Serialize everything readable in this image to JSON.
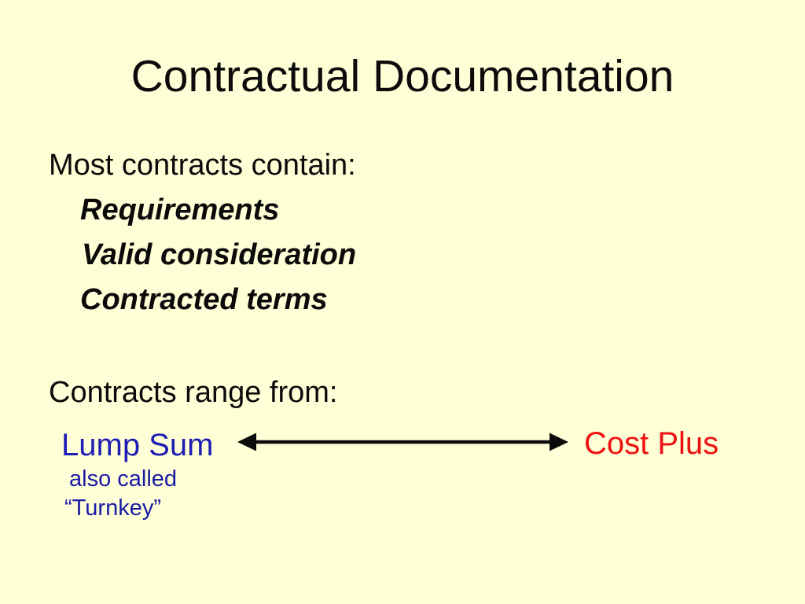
{
  "slide": {
    "title": "Contractual Documentation",
    "body": {
      "intro": "Most contracts contain:",
      "items": [
        "Requirements",
        "Valid consideration",
        "Contracted terms"
      ],
      "range_heading": "Contracts range from:"
    },
    "range": {
      "left_label": "Lump Sum",
      "left_sublabel_line1": "also called",
      "left_sublabel_line2": "“Turnkey”",
      "right_label": "Cost Plus"
    },
    "colors": {
      "background": "#FFFFD7",
      "text": "#0b0b0b",
      "blue_label": "#1e1eb4",
      "blue_sublabel": "#1a1aa6",
      "red_label": "#ed1111",
      "arrow": "#0b0b0b"
    }
  }
}
